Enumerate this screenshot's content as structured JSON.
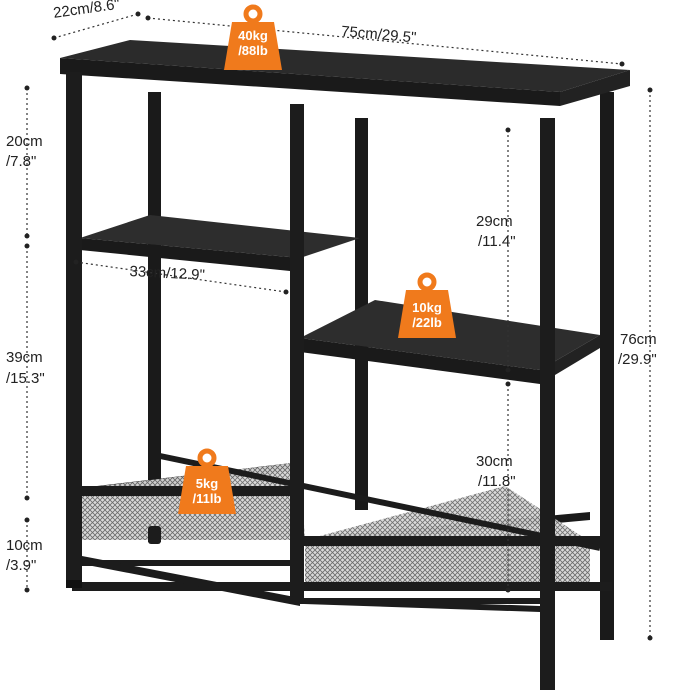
{
  "dimensions": {
    "depth": "22cm/8.6\"",
    "width": "75cm/29.5\"",
    "shelf_top_gap_cm": "20cm",
    "shelf_top_gap_in": "/7.8\"",
    "middle_gap_cm": "39cm",
    "middle_gap_in": "/15.3\"",
    "bottom_gap_cm": "10cm",
    "bottom_gap_in": "/3.9\"",
    "upper_right_gap_cm": "29cm",
    "upper_right_gap_in": "/11.4\"",
    "lower_right_gap_cm": "30cm",
    "lower_right_gap_in": "/11.8\"",
    "shelf_width": "33cm/12.9\"",
    "height_cm": "76cm",
    "height_in": "/29.9\""
  },
  "weights": {
    "top": {
      "line1": "40kg",
      "line2": "/88lb"
    },
    "middle": {
      "line1": "10kg",
      "line2": "/22lb"
    },
    "bottom": {
      "line1": "5kg",
      "line2": "/11lb"
    }
  },
  "colors": {
    "frame": "#1c1c1c",
    "board": "#2a2a2a",
    "badge": "#f07a1c",
    "mesh": "#555555"
  }
}
